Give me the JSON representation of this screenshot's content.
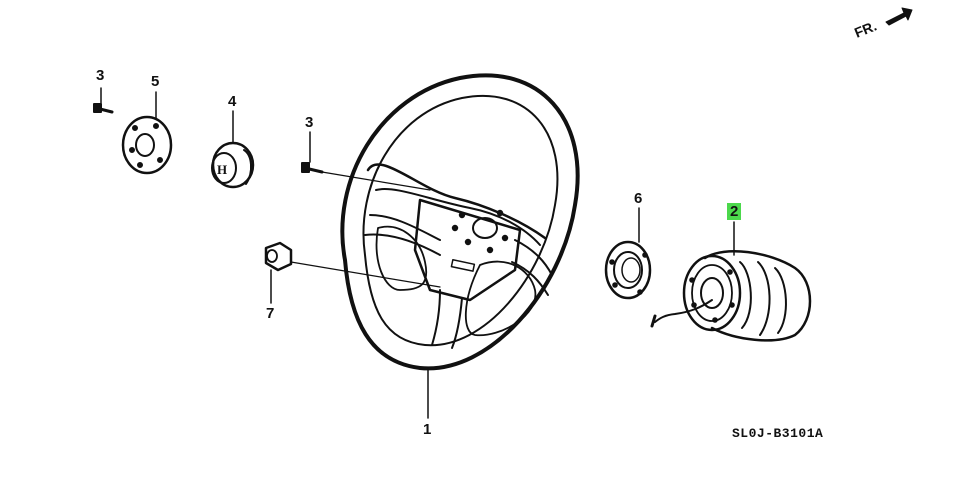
{
  "parts": [
    {
      "id": "1",
      "label": "1"
    },
    {
      "id": "2",
      "label": "2",
      "highlight": true,
      "highlight_color": "#4cd84c"
    },
    {
      "id": "3a",
      "label": "3"
    },
    {
      "id": "3b",
      "label": "3"
    },
    {
      "id": "4",
      "label": "4"
    },
    {
      "id": "5",
      "label": "5"
    },
    {
      "id": "6",
      "label": "6"
    },
    {
      "id": "7",
      "label": "7"
    }
  ],
  "direction": {
    "label": "FR.",
    "icon": "arrow-right-icon"
  },
  "diagram_code": "SL0J-B3101A",
  "colors": {
    "line": "#111111",
    "background": "#ffffff",
    "highlight": "#4cd84c"
  }
}
